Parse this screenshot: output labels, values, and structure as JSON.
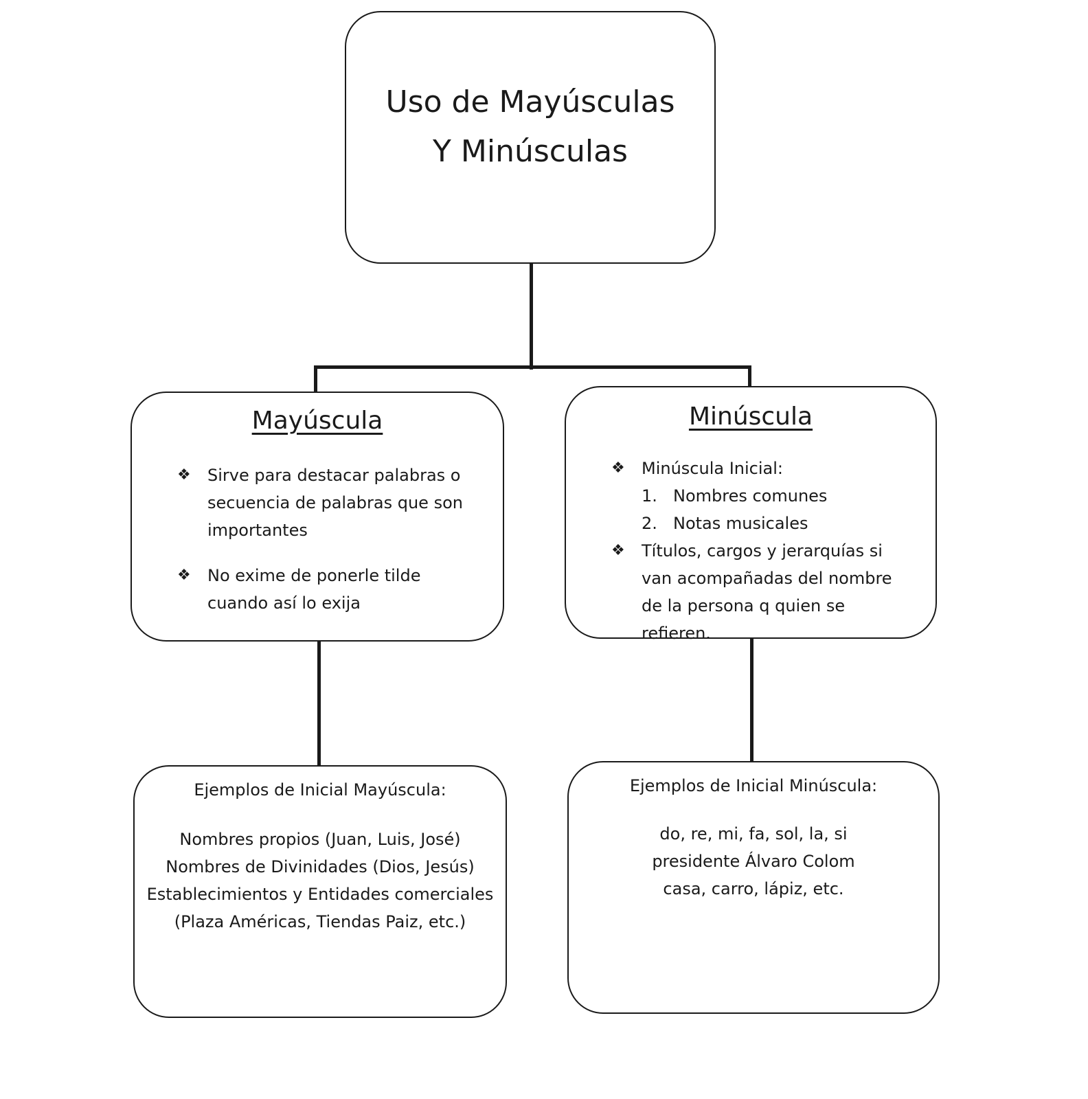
{
  "root": {
    "title_line1": "Uso de Mayúsculas",
    "title_line2": "Y Minúsculas"
  },
  "mayuscula": {
    "heading": "Mayúscula",
    "bullets": [
      "Sirve para destacar palabras o secuencia de palabras que son importantes",
      "No exime de ponerle tilde cuando así lo exija"
    ]
  },
  "minuscula": {
    "heading": "Minúscula",
    "bullet1": "Minúscula Inicial:",
    "list": [
      {
        "num": "1.",
        "text": "Nombres comunes"
      },
      {
        "num": "2.",
        "text": "Notas musicales"
      }
    ],
    "bullet2": "Títulos, cargos y jerarquías si van acompañadas del nombre de la persona q quien se refieren."
  },
  "ejemplos_mayuscula": {
    "heading": "Ejemplos de Inicial Mayúscula:",
    "lines": [
      "Nombres propios (Juan, Luis, José)",
      "Nombres de Divinidades (Dios, Jesús)",
      "Establecimientos y Entidades comerciales",
      "(Plaza Américas, Tiendas Paiz, etc.)"
    ]
  },
  "ejemplos_minuscula": {
    "heading": "Ejemplos de Inicial Minúscula:",
    "lines": [
      "do, re, mi, fa, sol, la, si",
      "presidente Álvaro Colom",
      "casa, carro, lápiz, etc."
    ]
  },
  "bullet_symbol": "❖"
}
